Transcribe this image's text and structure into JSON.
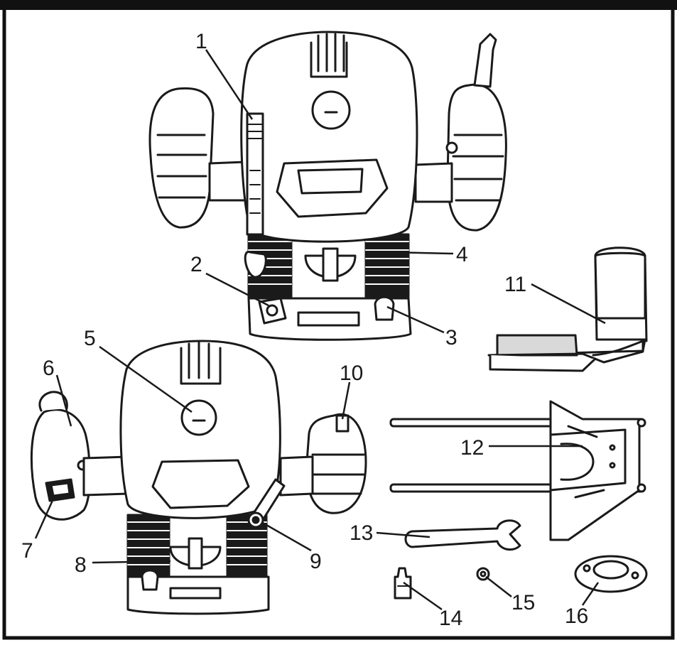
{
  "diagram": {
    "callouts": [
      {
        "id": "1",
        "label": "1"
      },
      {
        "id": "2",
        "label": "2"
      },
      {
        "id": "3",
        "label": "3"
      },
      {
        "id": "4",
        "label": "4"
      },
      {
        "id": "5",
        "label": "5"
      },
      {
        "id": "6",
        "label": "6"
      },
      {
        "id": "7",
        "label": "7"
      },
      {
        "id": "8",
        "label": "8"
      },
      {
        "id": "9",
        "label": "9"
      },
      {
        "id": "10",
        "label": "10"
      },
      {
        "id": "11",
        "label": "11"
      },
      {
        "id": "12",
        "label": "12"
      },
      {
        "id": "13",
        "label": "13"
      },
      {
        "id": "14",
        "label": "14"
      },
      {
        "id": "15",
        "label": "15"
      },
      {
        "id": "16",
        "label": "16"
      }
    ],
    "colors": {
      "ink": "#1a1a1a",
      "fill": "#ffffff",
      "shade": "#d9d9d9",
      "frame": "#111111"
    }
  }
}
